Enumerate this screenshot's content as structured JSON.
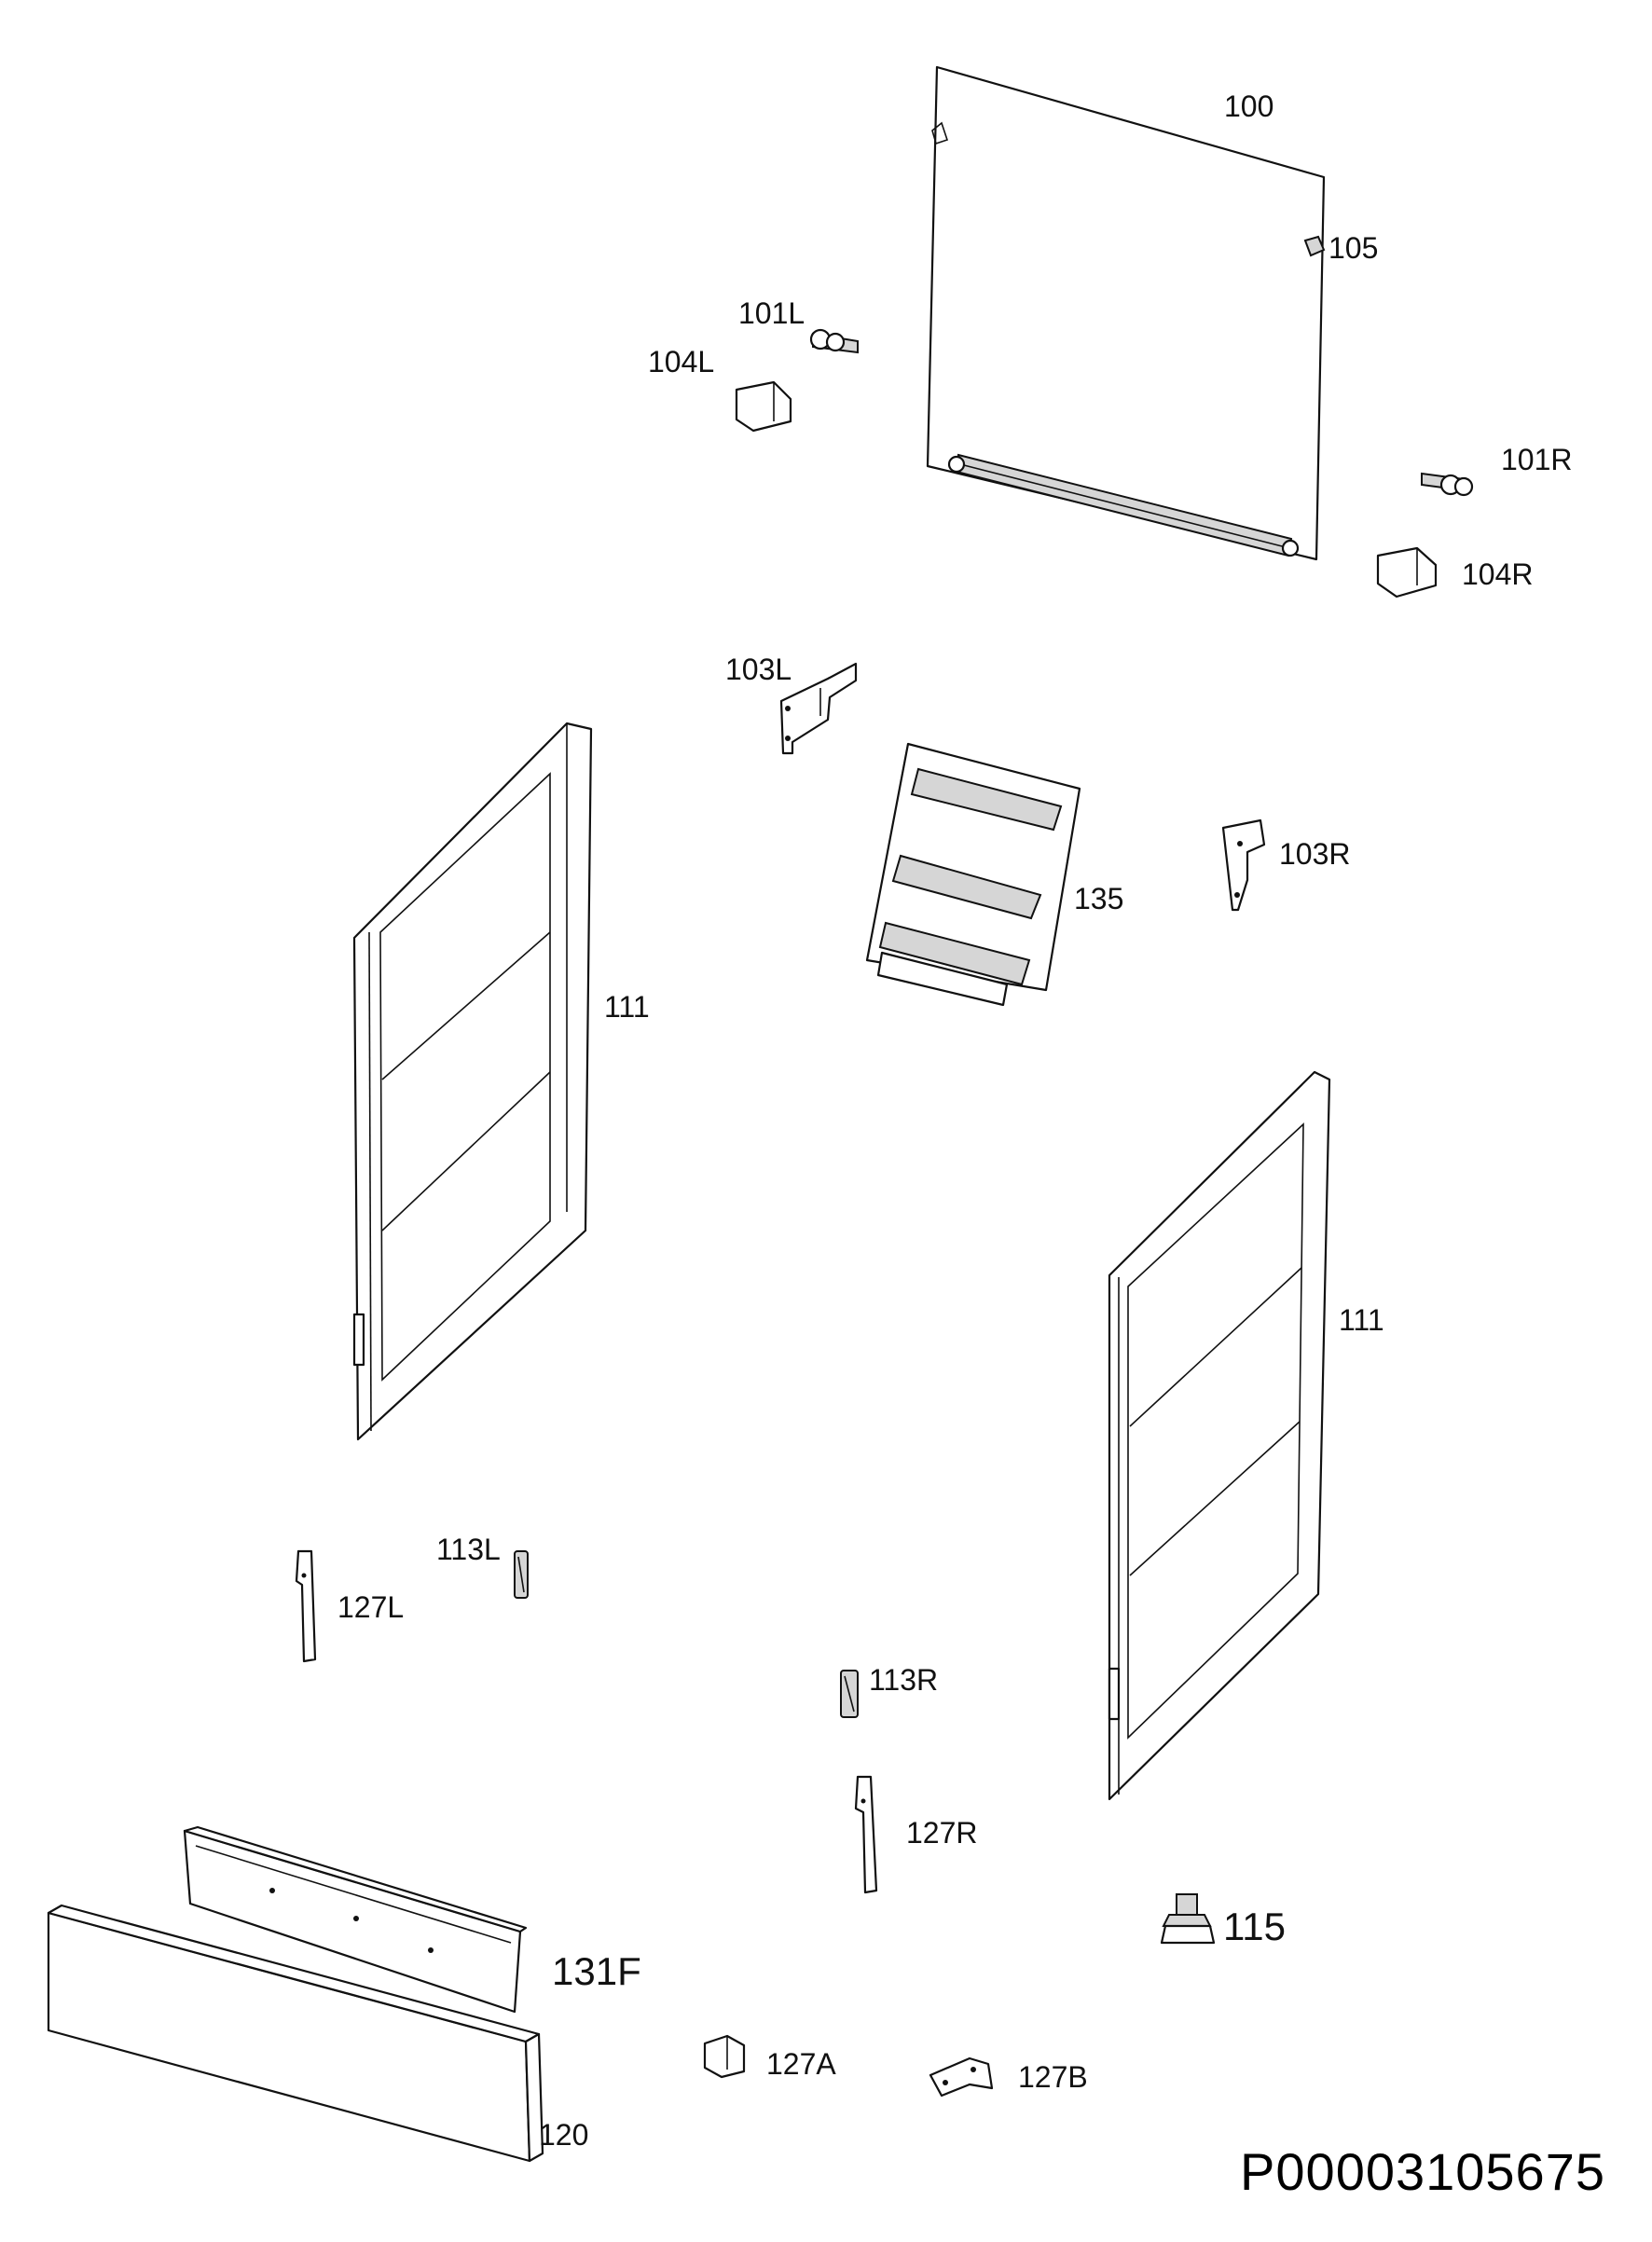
{
  "diagram": {
    "part_labels": {
      "p100": "100",
      "p105": "105",
      "p101L": "101L",
      "p104L": "104L",
      "p101R": "101R",
      "p104R": "104R",
      "p103L": "103L",
      "p103R": "103R",
      "p135": "135",
      "p111a": "111",
      "p111b": "111",
      "p113L": "113L",
      "p127L": "127L",
      "p113R": "113R",
      "p127R": "127R",
      "p115": "115",
      "p131F": "131F",
      "p127A": "127A",
      "p127B": "127B",
      "p120": "120"
    },
    "drawing_code": "P00003105675"
  }
}
